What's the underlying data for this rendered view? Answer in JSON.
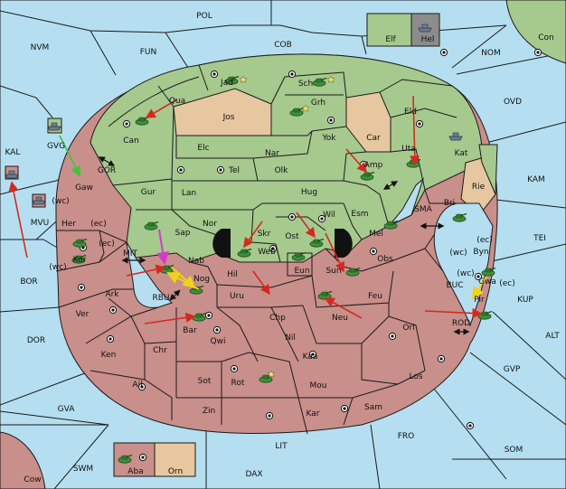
{
  "colors": {
    "sea": "#b5dff0",
    "green": "#a6c98e",
    "red": "#c98f8b",
    "tan": "#e6c79f",
    "grey": "#8c8c8c"
  },
  "outer_labels": {
    "pol": "POL",
    "nvm": "NVM",
    "fun": "FUN",
    "cob": "COB",
    "nom": "NOM",
    "con": "Con",
    "ovd": "OVD",
    "kal": "KAL",
    "gvg": "GVG",
    "gor": "GOR",
    "mvu": "MVU",
    "wc_mvu": "(wc)",
    "kam": "KAM",
    "sma": "SMA",
    "tei": "TEI",
    "bor": "BOR",
    "mit": "MIT",
    "rbu": "RBU",
    "buc": "BUC",
    "kup": "KUP",
    "dor": "DOR",
    "rod": "ROD",
    "alt": "ALT",
    "gvp": "GVP",
    "gva": "GVA",
    "lit": "LIT",
    "fro": "FRO",
    "som": "SOM",
    "swm": "SWM",
    "dax": "DAX",
    "cow": "Cow",
    "elf": "Elf",
    "hel": "Hel",
    "aba": "Aba",
    "orn": "Orn"
  },
  "green_labels": {
    "jad": "Jad",
    "sch": "Sch",
    "qua": "Qua",
    "grh": "Grh",
    "eld": "Eld",
    "can": "Can",
    "jos": "Jos",
    "yok": "Yok",
    "car": "Car",
    "uta": "Uta",
    "kat": "Kat",
    "elc": "Elc",
    "nar": "Nar",
    "amp": "Amp",
    "gaw": "Gaw",
    "tel": "Tel",
    "olk": "Olk",
    "gur": "Gur",
    "lan": "Lan",
    "hug": "Hug",
    "esm": "Esm",
    "wil": "Wil",
    "nor": "Nor",
    "skr": "Skr",
    "sap": "Sap",
    "web": "Web",
    "ost": "Ost",
    "mel": "Mel",
    "eun": "Eun",
    "sun": "Sun",
    "rie": "Rie"
  },
  "red_labels": {
    "her": "Her",
    "ec_her": "(ec)",
    "kor": "Kor",
    "ec_kor": "(ec)",
    "wc_kor": "(wc)",
    "nab": "Nab",
    "hil": "Hil",
    "obs": "Obs",
    "ark": "Ark",
    "nog": "Nog",
    "uru": "Uru",
    "feu": "Feu",
    "ver": "Ver",
    "bar": "Bar",
    "chp": "Chp",
    "neu": "Neu",
    "orl": "Orl",
    "qwi": "Qwi",
    "nil": "Nil",
    "ken": "Ken",
    "chr": "Chr",
    "kaa": "Kaa",
    "ail": "Ail",
    "sot": "Sot",
    "rot": "Rot",
    "mou": "Mou",
    "los": "Los",
    "zin": "Zin",
    "kar": "Kar",
    "sam": "Sam",
    "bri": "Bri",
    "byn": "Byn",
    "wc_byn": "(wc)",
    "ec_byn": "(ec)",
    "gwa": "Gwa",
    "wc_gwa": "(wc)",
    "ec_gwa": "(ec)",
    "pir": "Pir"
  }
}
